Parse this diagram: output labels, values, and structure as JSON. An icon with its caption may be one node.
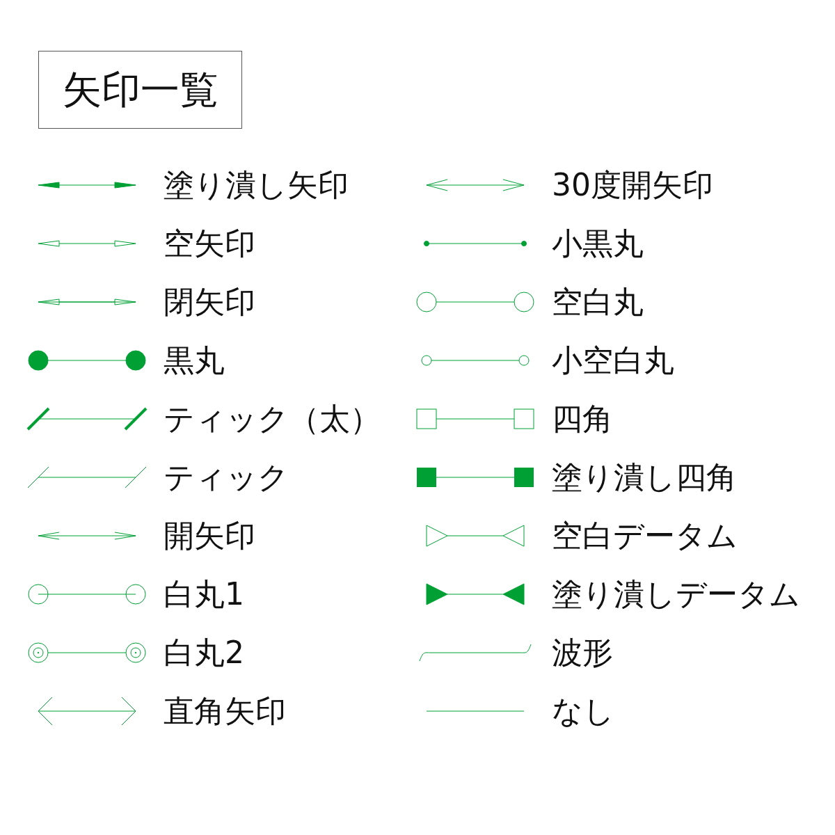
{
  "diagram": {
    "title": "矢印一覧",
    "legend": [
      {
        "text": "塗り潰し矢印"
      },
      {
        "text": "空矢印"
      },
      {
        "text": "閉矢印"
      },
      {
        "text": "黒丸"
      },
      {
        "text": "ティック（太）"
      },
      {
        "text": "ティック"
      },
      {
        "text": "開矢印"
      },
      {
        "text": "白丸1"
      },
      {
        "text": "白丸2"
      },
      {
        "text": "直角矢印"
      },
      {
        "text": "30度開矢印"
      },
      {
        "text": "小黒丸"
      },
      {
        "text": "空白丸"
      },
      {
        "text": "小空白丸"
      },
      {
        "text": "四角"
      },
      {
        "text": "塗り潰し四角"
      },
      {
        "text": "空白データム"
      },
      {
        "text": "塗り潰しデータム"
      },
      {
        "text": "波形"
      },
      {
        "text": "なし"
      }
    ]
  }
}
